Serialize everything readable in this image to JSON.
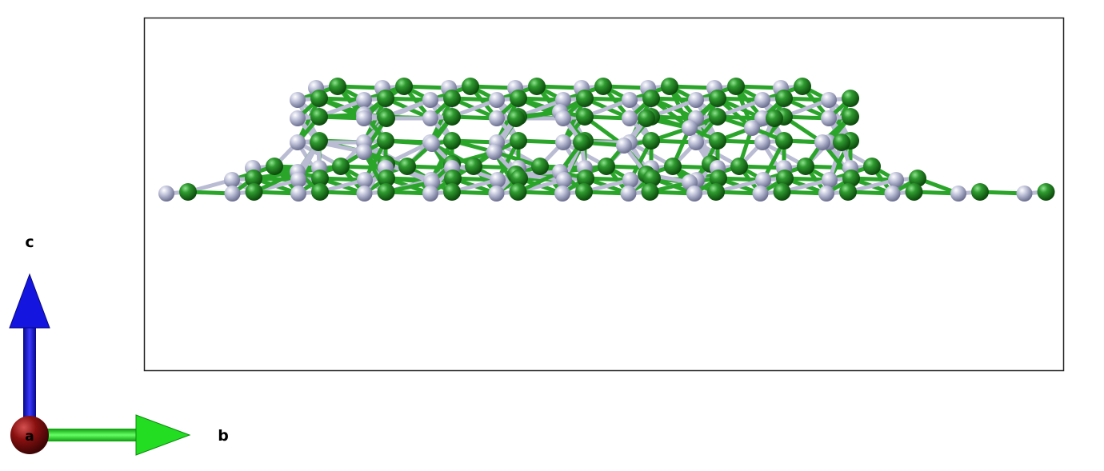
{
  "axes": {
    "a": "a",
    "b": "b",
    "c": "c"
  },
  "colors": {
    "cell_edge": "#222222",
    "atom_green": "#1e8a1e",
    "atom_silver": "#b9bcd3",
    "bond_green": "#2aa52a",
    "bond_silver": "#b9bcd3",
    "axis_a": "#8a1010",
    "axis_b": "#22dd22",
    "axis_c": "#1010d8"
  }
}
